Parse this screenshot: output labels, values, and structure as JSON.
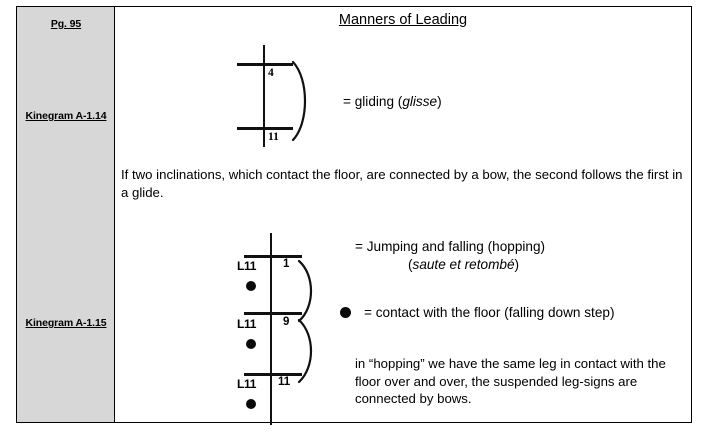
{
  "document": {
    "title": "Manners of Leading"
  },
  "sidebar": {
    "items": [
      {
        "label": "Pg. 95"
      },
      {
        "label": "Kinegram A-1.14"
      },
      {
        "label": "Kinegram A-1.15"
      }
    ]
  },
  "kinegram_114": {
    "notation": {
      "symbols": [
        {
          "value": "4"
        },
        {
          "value": "11"
        }
      ],
      "bow_count": 1
    },
    "equation_prefix": "= gliding (",
    "equation_italic": "glisse",
    "equation_suffix": ")",
    "description": "If two inclinations, which contact the floor, are connected by a bow, the second follows the first in a glide."
  },
  "kinegram_115": {
    "notation": {
      "rows": [
        {
          "leg_sign": "L11",
          "number": "1"
        },
        {
          "leg_sign": "L11",
          "number": "9"
        },
        {
          "leg_sign": "L11",
          "number": "11"
        }
      ],
      "bow_count": 2,
      "contact_dots": 3
    },
    "equation_line1": "= Jumping and falling (hopping)",
    "equation_line2_open": "(",
    "equation_line2_italic": "saute et retombé",
    "equation_line2_close": ")",
    "legend": "= contact with the floor (falling down step)",
    "description": "in “hopping” we have the same leg in contact with the floor over and over, the suspended leg-signs are connected by bows."
  },
  "colors": {
    "sidebar_bg": "#d7d7d7",
    "ink": "#000000",
    "page_bg": "#ffffff"
  }
}
